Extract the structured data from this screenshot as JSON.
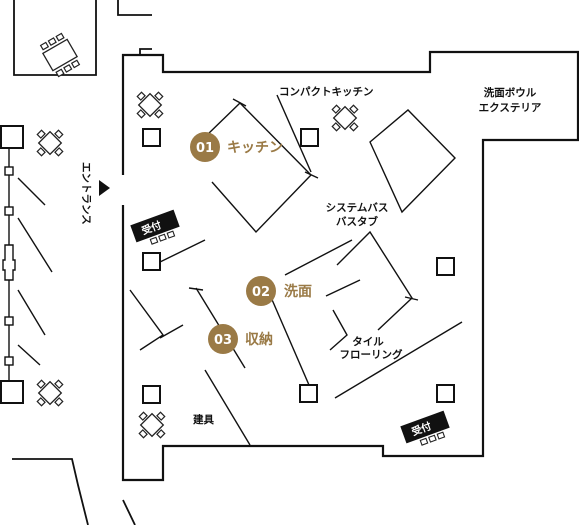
{
  "colors": {
    "accent": "#9a7a46",
    "wall": "#111111",
    "furniture": "#222222"
  },
  "areas": {
    "compact_kitchen": "コンパクトキッチン",
    "basin": [
      "洗面ボウル",
      "エクステリア"
    ],
    "system_bath": [
      "システムバス",
      "バスタブ"
    ],
    "tile": [
      "タイル",
      "フローリング"
    ],
    "fittings": "建具",
    "entrance": "エントランス"
  },
  "reception": [
    "受付",
    "受付"
  ],
  "sections": [
    {
      "num": "01",
      "label": "キッチン"
    },
    {
      "num": "02",
      "label": "洗面"
    },
    {
      "num": "03",
      "label": "収納"
    }
  ]
}
